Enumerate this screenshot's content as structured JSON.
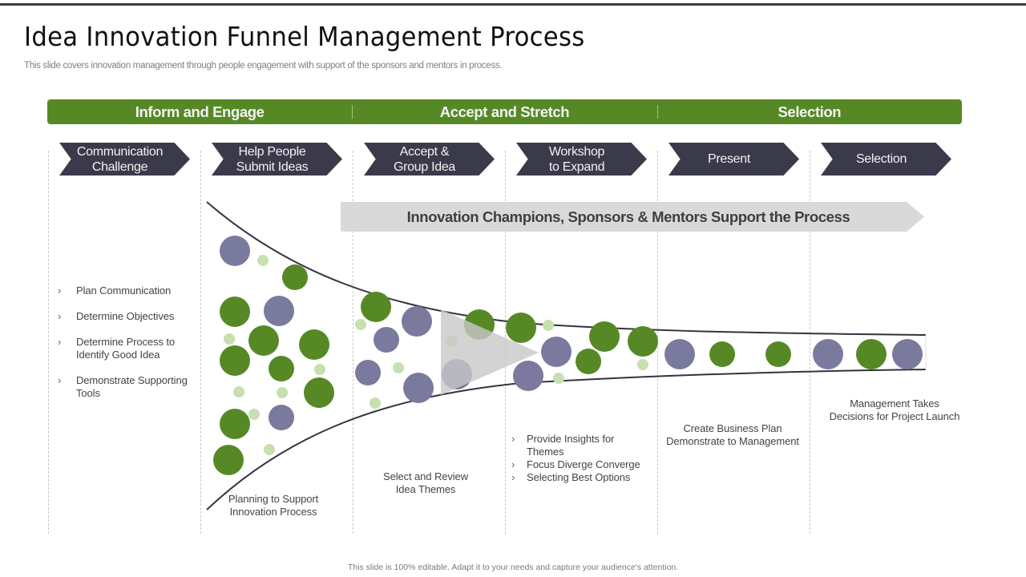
{
  "title": "Idea Innovation Funnel Management Process",
  "subtitle": "This slide covers innovation management through people engagement with support of the sponsors and mentors in process.",
  "colors": {
    "phase_green": "#568926",
    "chevron_navy": "#3a3a4b",
    "bubble_green": "#568926",
    "bubble_purple": "#7a7a9e",
    "bubble_light_green": "#c6e0b0",
    "support_grey": "#d9d9d9"
  },
  "phases": [
    {
      "label": "Inform and Engage"
    },
    {
      "label": "Accept and Stretch"
    },
    {
      "label": "Selection"
    }
  ],
  "steps": [
    {
      "line1": "Communication",
      "line2": "Challenge"
    },
    {
      "line1": "Help People",
      "line2": "Submit Ideas"
    },
    {
      "line1": "Accept &",
      "line2": "Group Idea"
    },
    {
      "line1": "Workshop",
      "line2": "to Expand"
    },
    {
      "line1": "Present",
      "line2": ""
    },
    {
      "line1": "Selection",
      "line2": ""
    }
  ],
  "support_banner": "Innovation Champions, Sponsors & Mentors Support the Process",
  "column1_bullets": [
    "Plan Communication",
    "Determine Objectives",
    "Determine Process to Identify Good Idea",
    "Demonstrate Supporting Tools"
  ],
  "captions": {
    "planning": "Planning to Support\nInnovation  Process",
    "select_review": "Select and Review\nIdea Themes",
    "business_plan": "Create Business Plan\nDemonstrate  to Management",
    "management": "Management  Takes\nDecisions for Project Launch"
  },
  "column4_bullets": [
    "Provide  Insights for Themes",
    "Focus Diverge  Converge",
    "Selecting Best Options"
  ],
  "footer": "This slide is 100% editable.  Adapt it to your needs and capture your audience's attention."
}
